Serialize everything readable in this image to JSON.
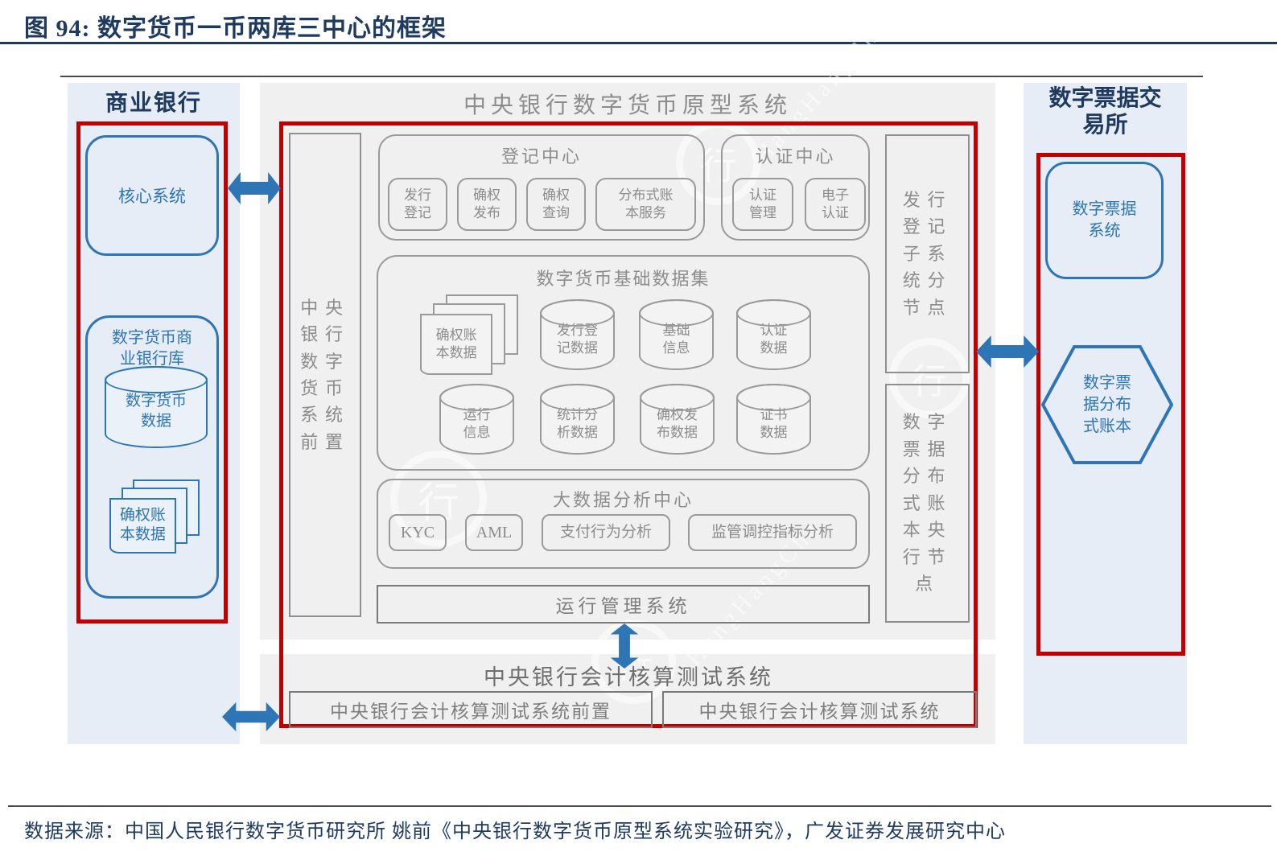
{
  "figure": {
    "title": "图 94:  数字货币一币两库三中心的框架",
    "source": "数据来源：中国人民银行数字货币研究所 姚前《中央银行数字货币原型系统实验研究》，广发证券发展研究中心"
  },
  "watermark": {
    "symbol": "行",
    "latin": "HangHangCha"
  },
  "commercial_bank": {
    "title": "商业银行",
    "core_system": "核心系统",
    "repository_title": "数字货币商业银行库",
    "currency_data": "数字货币数据",
    "ledger_data": "确权账本数据"
  },
  "central_bank": {
    "title": "中央银行数字货币原型系统",
    "front_system": "中央银行数字货币系统前置",
    "registration_center": {
      "title": "登记中心",
      "items": [
        "发行登记",
        "确权发布",
        "确权查询",
        "分布式账本服务"
      ]
    },
    "auth_center": {
      "title": "认证中心",
      "items": [
        "认证管理",
        "电子认证"
      ]
    },
    "issue_subsystem_node": "发行登记子系统分节点",
    "dataset": {
      "title": "数字货币基础数据集",
      "row1": [
        "确权账本数据",
        "发行登记数据",
        "基础信息",
        "认证数据"
      ],
      "row2": [
        "运行信息",
        "统计分析数据",
        "确权发布数据",
        "证书数据"
      ]
    },
    "bigdata_center": {
      "title": "大数据分析中心",
      "items": [
        "KYC",
        "AML",
        "支付行为分析",
        "监管调控指标分析"
      ]
    },
    "ops_system": "运行管理系统",
    "bill_ledger_node": "数字票据分布式账本央行节点",
    "accounting": {
      "title": "中央银行会计核算测试系统",
      "front": "中央银行会计核算测试系统前置",
      "main": "中央银行会计核算测试系统"
    }
  },
  "bill_exchange": {
    "title": "数字票据交易所",
    "bill_system": "数字票据系统",
    "bill_ledger": "数字票据分布式账本"
  },
  "colors": {
    "navy": "#1E3A5F",
    "red": "#C00000",
    "blue": "#2E75B6",
    "panel_blue": "#E7EDF6",
    "panel_gray": "#F0F0F0",
    "gray_text": "#8C8C8C",
    "gray_border": "#9A9A9A",
    "dark_rule": "#4A4A4A"
  }
}
